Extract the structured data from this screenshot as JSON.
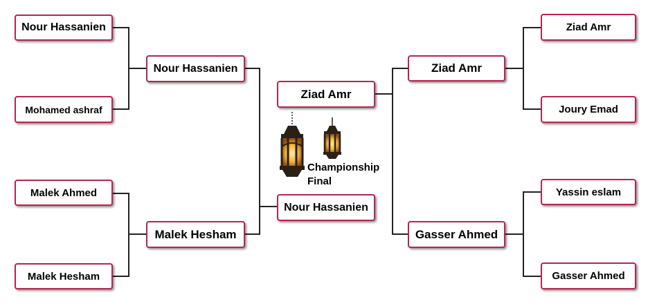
{
  "bracket": {
    "left": {
      "round1": [
        "Nour Hassanien",
        "Mohamed ashraf",
        "Malek Ahmed",
        "Malek Hesham"
      ],
      "semis": [
        "Nour Hassanien",
        "Malek Hesham"
      ]
    },
    "right": {
      "round1": [
        "Ziad Amr",
        "Joury Emad",
        "Yassin eslam",
        "Gasser Ahmed"
      ],
      "semis": [
        "Ziad Amr",
        "Gasser Ahmed"
      ]
    },
    "final": {
      "top": "Ziad Amr",
      "bottom": "Nour Hassanien",
      "caption_line1": "Championship",
      "caption_line2": "Final"
    }
  },
  "colors": {
    "box_border": "#b5254f",
    "connector": "#222222",
    "lantern_glow": "#f4b63a"
  },
  "icons": [
    "lantern-icon-large",
    "lantern-icon-small"
  ]
}
